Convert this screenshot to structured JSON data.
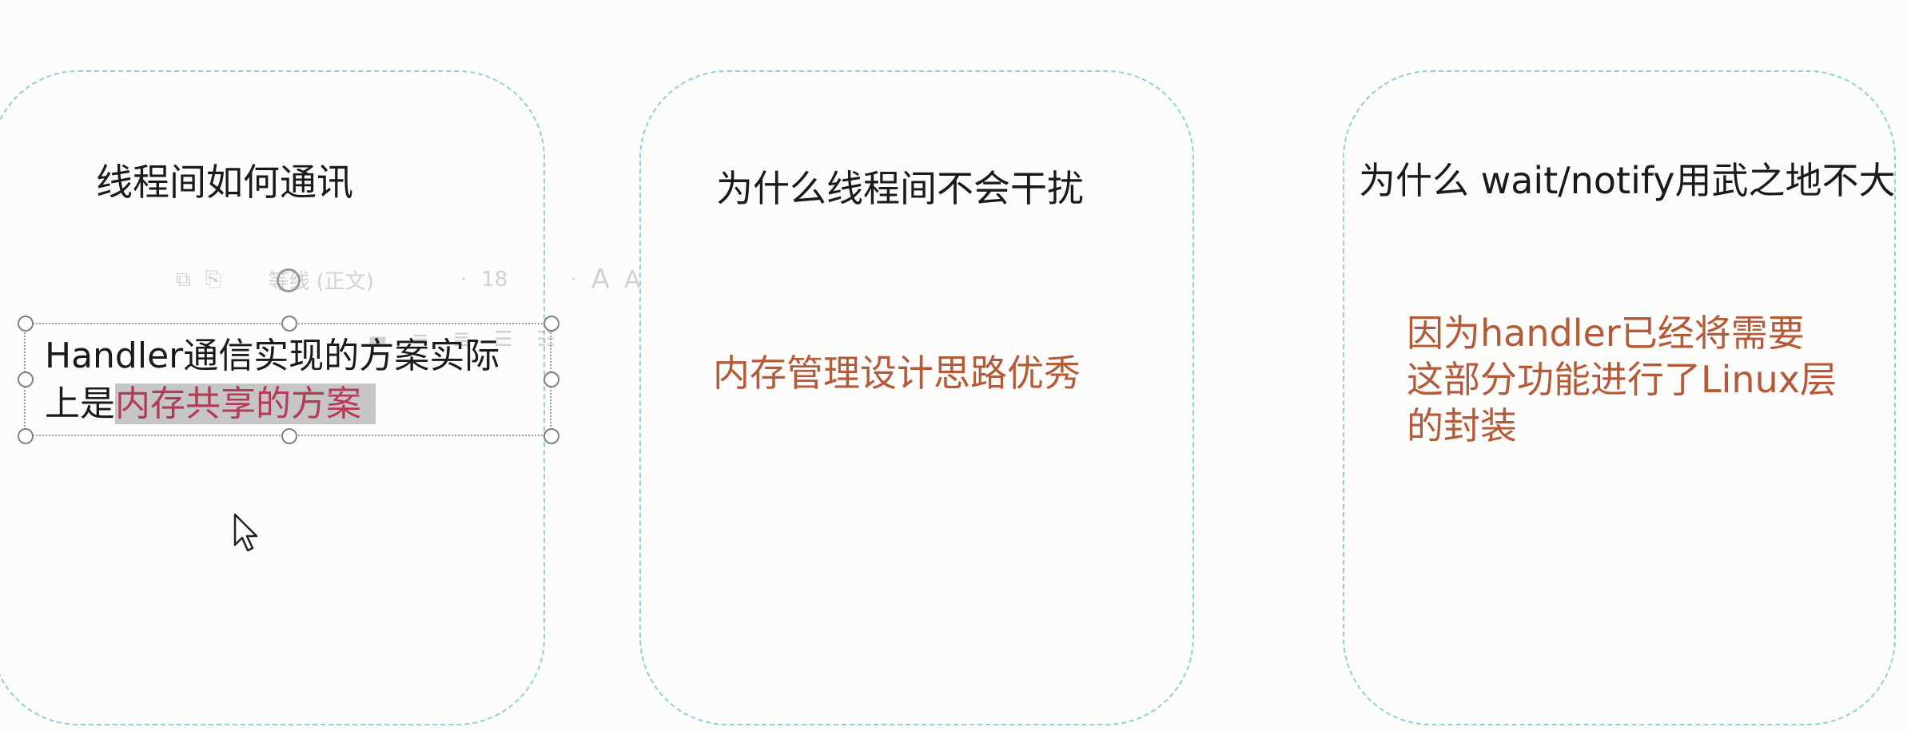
{
  "cards": [
    {
      "title": "线程间如何通讯",
      "textbox": {
        "text": "Handler通信实现的方案实际上是",
        "highlight": "内存共享的方案"
      }
    },
    {
      "title": "为什么线程间不会干扰",
      "answer": "内存管理设计思路优秀"
    },
    {
      "title": "为什么 wait/notify用武之地不大",
      "answer": "因为handler已经将需要这部分功能进行了Linux层的封装"
    }
  ],
  "mini_toolbar": {
    "font_name": "等线 (正文)",
    "font_size": "18",
    "grow_font_label": "A",
    "shrink_font_label": "A"
  },
  "colors": {
    "card_border": "#8ecfdc",
    "answer_text": "#b45a38",
    "highlight_bg": "#c6c6c6",
    "highlight_text": "#b23b57"
  }
}
